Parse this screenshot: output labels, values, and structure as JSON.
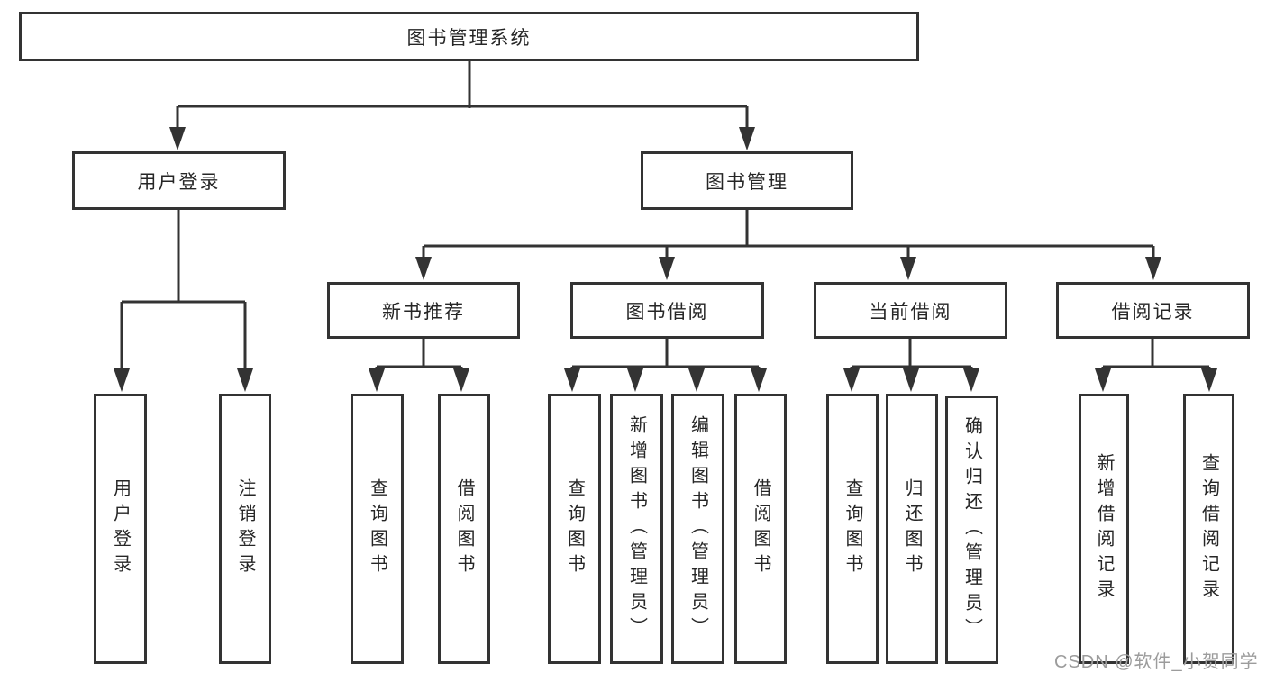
{
  "colors": {
    "line": "#333333",
    "text": "#262626",
    "box_bg": "#ffffff",
    "page_bg": "#ffffff",
    "watermark": "#9c9c9c"
  },
  "nodes": {
    "root": "图书管理系统",
    "user_login": "用户登录",
    "book_management": "图书管理",
    "new_book_recommend": "新书推荐",
    "book_borrow": "图书借阅",
    "current_borrow": "当前借阅",
    "borrow_records": "借阅记录",
    "login_children": {
      "user_login": "用户登录",
      "logout": "注销登录"
    },
    "recommend_children": {
      "query_books": "查询图书",
      "borrow_books": "借阅图书"
    },
    "borrow_children": {
      "query_books": "查询图书",
      "add_books_admin": "新增图书（管理员）",
      "edit_books_admin": "编辑图书（管理员）",
      "borrow_books": "借阅图书"
    },
    "current_children": {
      "query_books": "查询图书",
      "return_books": "归还图书",
      "confirm_return_admin": "确认归还（管理员）"
    },
    "records_children": {
      "add_record": "新增借阅记录",
      "query_record": "查询借阅记录"
    }
  },
  "watermark": "CSDN @软件_小贺同学"
}
